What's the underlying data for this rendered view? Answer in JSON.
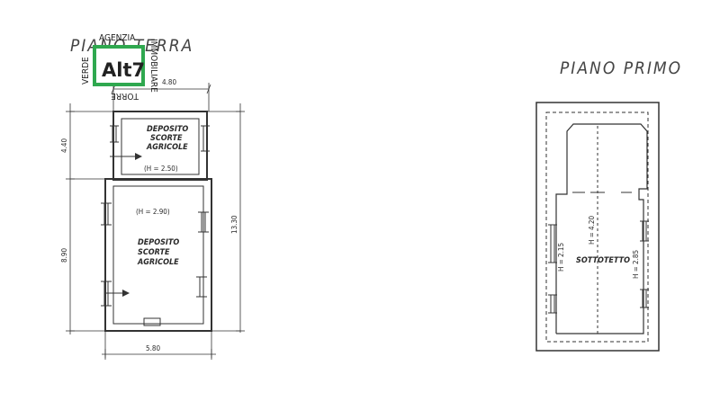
{
  "ground_floor": {
    "title": "PIANO TERRA",
    "upper_room": {
      "line1": "DEPOSITO",
      "line2": "SCORTE",
      "line3": "AGRICOLE",
      "height": "(H = 2.50)"
    },
    "lower_room": {
      "height": "(H = 2.90)",
      "line1": "DEPOSITO",
      "line2": "SCORTE",
      "line3": "AGRICOLE"
    },
    "dimensions": {
      "top_width": "4.80",
      "upper_height": "4.40",
      "lower_height": "8.90",
      "total_height": "13.30",
      "bottom_width": "5.80"
    }
  },
  "first_floor": {
    "title": "PIANO PRIMO",
    "room": "SOTTOTETTO",
    "left_height": "H = 2.15",
    "center_height": "H = 4.20",
    "right_height": "H = 2.85"
  },
  "logo": {
    "top": "AGENZIA",
    "left": "VERDE",
    "right": "IMMOBILIARE",
    "bottom": "TORRE",
    "mark": "Alt7",
    "color": "#2fa84f"
  }
}
